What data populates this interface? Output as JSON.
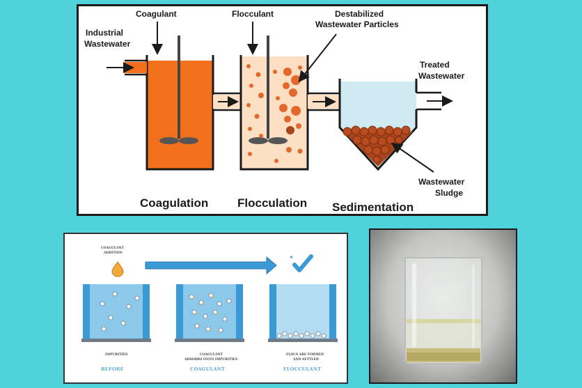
{
  "top_diagram": {
    "labels": {
      "coagulant": "Coagulant",
      "flocculant": "Flocculant",
      "destabilized_1": "Destabilized",
      "destabilized_2": "Wastewater Particles",
      "industrial_1": "Industrial",
      "industrial_2": "Wastewater",
      "treated_1": "Treated",
      "treated_2": "Wastewater",
      "sludge_1": "Wastewater",
      "sludge_2": "Sludge"
    },
    "stages": [
      "Coagulation",
      "Flocculation",
      "Sedimentation"
    ],
    "colors": {
      "coagulation_fill": "#f26f1b",
      "flocculation_fill": "#fde0c4",
      "sedimentation_fill": "#cfeaf2",
      "particle": "#e4682b",
      "sludge": "#a8451c"
    }
  },
  "bottom_left": {
    "coagulant_label_1": "COAGULANT",
    "coagulant_label_2": "ADDITION",
    "captions": [
      {
        "line1": "IMPURITIES",
        "line2": ""
      },
      {
        "line1": "COAGULANT",
        "line2": "ADSORBS ONTO IMPURITIES"
      },
      {
        "line1": "FLOCS ARE FORMED",
        "line2": "AND SETTLED"
      }
    ],
    "stages": [
      "BEFORE",
      "COAGULANT",
      "FLOCCULANT"
    ],
    "colors": {
      "water": "#3a9ad6",
      "arrow": "#3a9ad6"
    }
  },
  "bottom_right": {
    "photo": "beaker-photo"
  }
}
